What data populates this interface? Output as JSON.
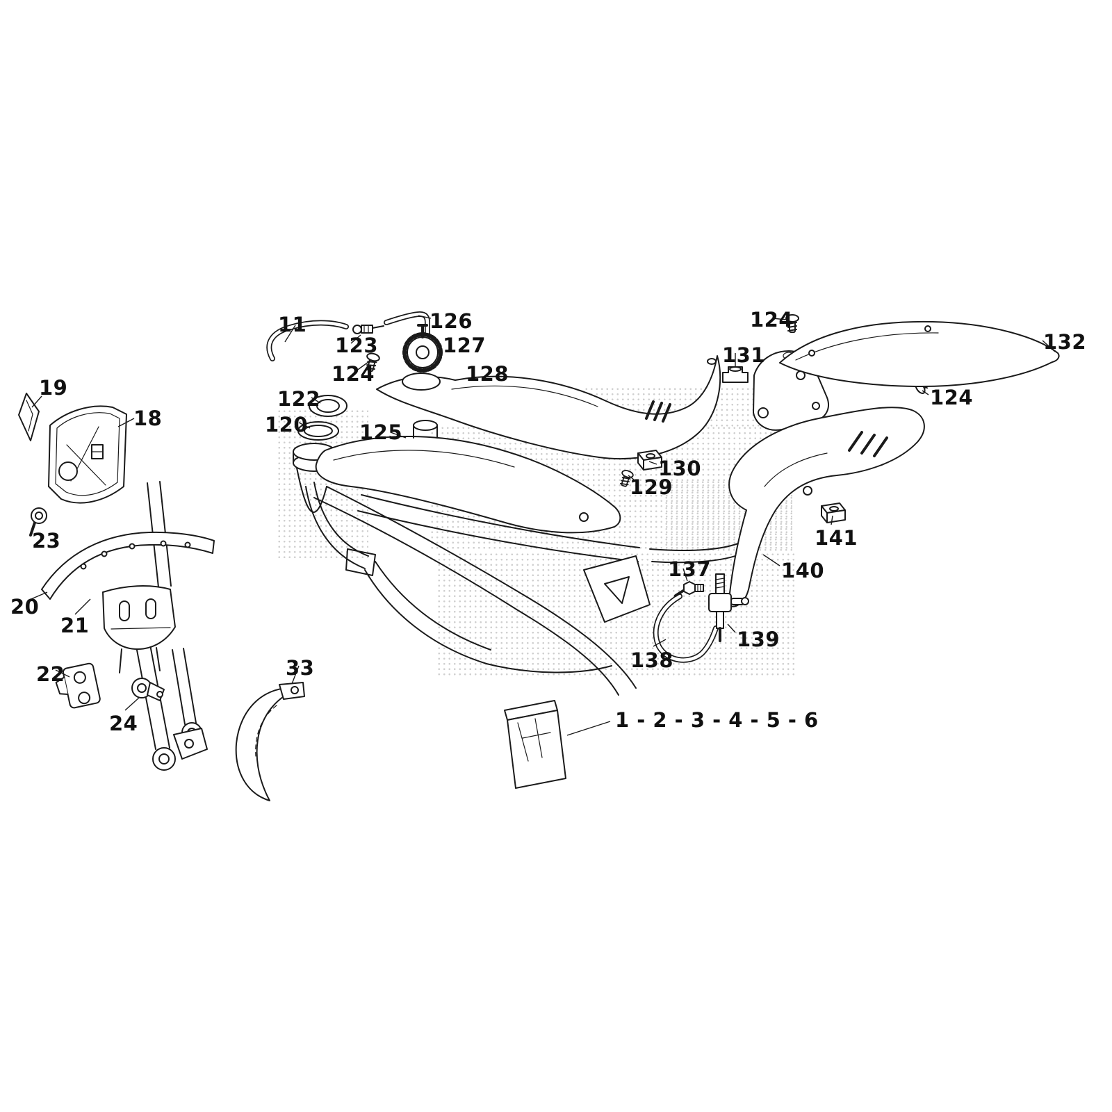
{
  "colors": {
    "background": "#ffffff",
    "line": "#1a1a1a",
    "halftone_dots": "#9e9e9e"
  },
  "labels": [
    {
      "text": "11"
    },
    {
      "text": "123"
    },
    {
      "text": "126"
    },
    {
      "text": "127"
    },
    {
      "text": "124"
    },
    {
      "text": "128"
    },
    {
      "text": "122"
    },
    {
      "text": "120"
    },
    {
      "text": "125"
    },
    {
      "text": "19"
    },
    {
      "text": "18"
    },
    {
      "text": "23"
    },
    {
      "text": "20"
    },
    {
      "text": "21"
    },
    {
      "text": "22"
    },
    {
      "text": "24"
    },
    {
      "text": "33"
    },
    {
      "text": "129"
    },
    {
      "text": "130"
    },
    {
      "text": "131"
    },
    {
      "text": "124"
    },
    {
      "text": "132"
    },
    {
      "text": "124"
    },
    {
      "text": "141"
    },
    {
      "text": "140"
    },
    {
      "text": "137"
    },
    {
      "text": "139"
    },
    {
      "text": "138"
    },
    {
      "text": "1 - 2 - 3 - 4 - 5 - 6"
    }
  ]
}
